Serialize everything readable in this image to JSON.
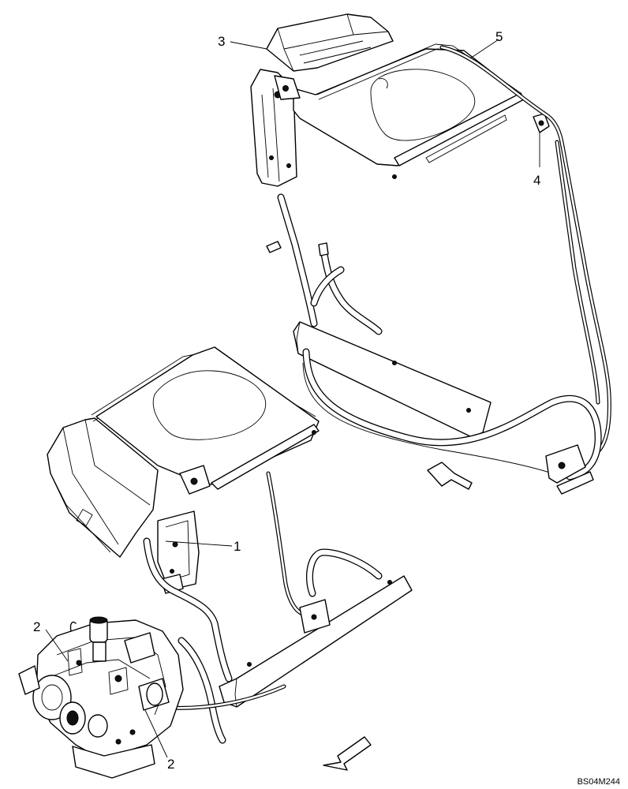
{
  "diagram": {
    "callouts": [
      {
        "id": "1",
        "label": "1"
      },
      {
        "id": "2a",
        "label": "2"
      },
      {
        "id": "2b",
        "label": "2"
      },
      {
        "id": "3",
        "label": "3"
      },
      {
        "id": "4",
        "label": "4"
      },
      {
        "id": "5",
        "label": "5"
      }
    ],
    "figure_code": "BS04M244"
  }
}
